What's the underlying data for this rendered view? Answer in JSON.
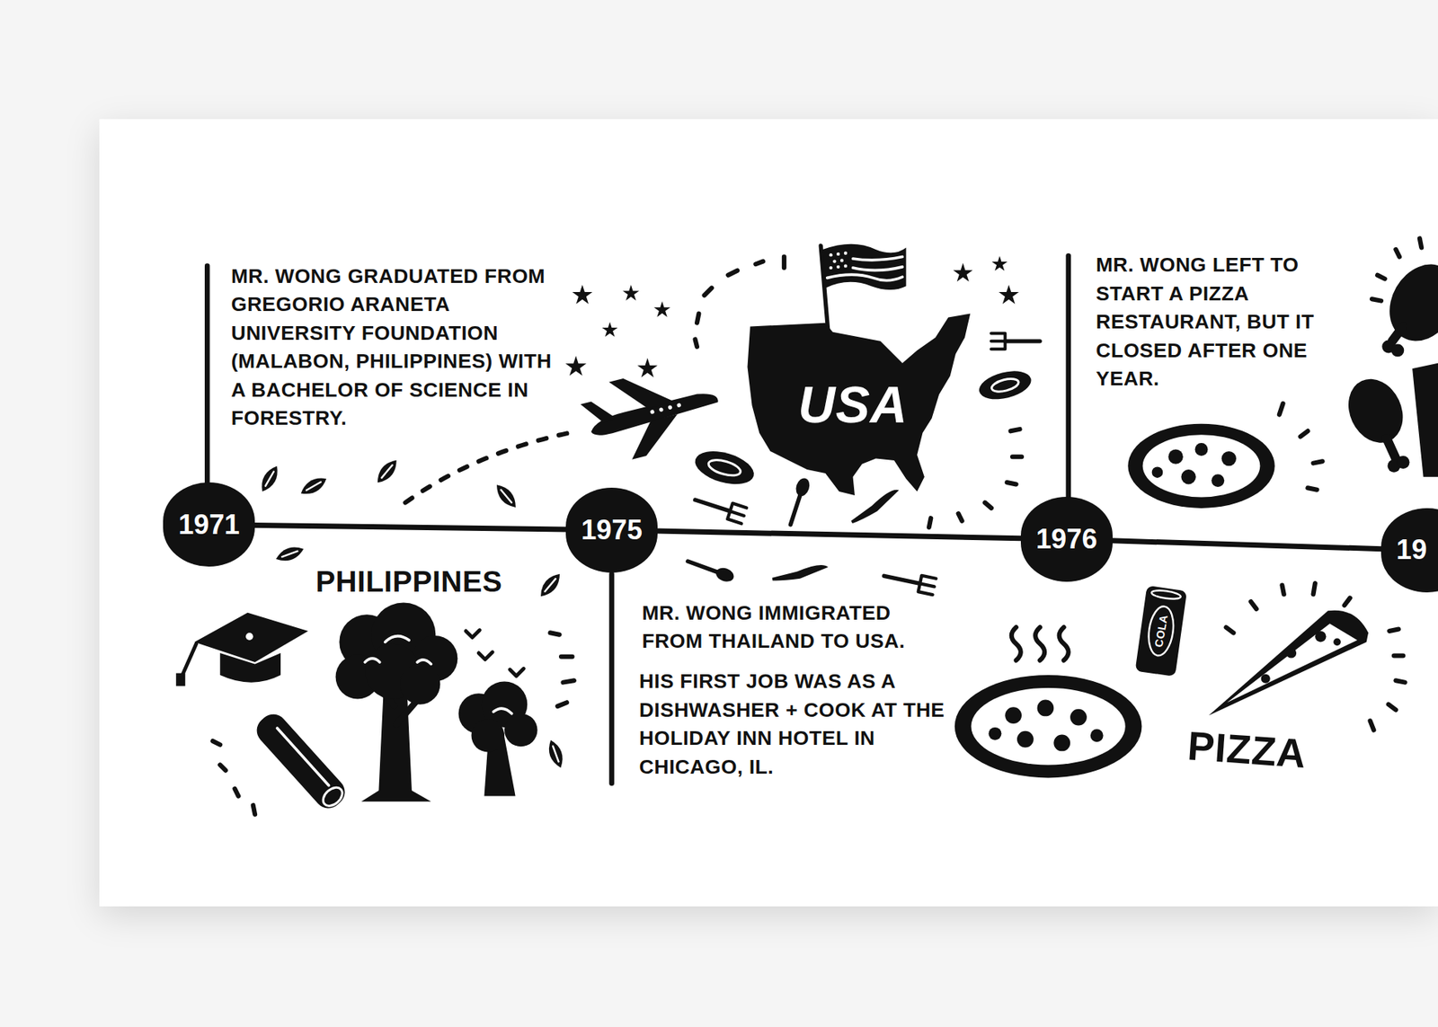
{
  "diagram": {
    "nodes": [
      {
        "text": [
          "1971"
        ]
      },
      {
        "text": [
          "1975"
        ]
      },
      {
        "text": [
          "1976"
        ]
      },
      {
        "text": [
          "19"
        ]
      }
    ],
    "edges": [
      {
        "from": 0,
        "to": 1,
        "arrow": "none"
      },
      {
        "from": 1,
        "to": 2,
        "arrow": "none"
      },
      {
        "from": 2,
        "to": 3,
        "arrow": "none"
      }
    ],
    "labels": [
      "MR. WONG GRADUATED FROM GREGORIO ARANETA UNIVERSITY FOUNDATION (MALABON, PHILIPPINES) WITH A BACHELOR OF SCIENCE IN FORESTRY.",
      "PHILIPPINES",
      "USA",
      "MR. WONG IMMIGRATED FROM THAILAND TO USA.",
      "HIS FIRST JOB WAS AS A DISHWASHER + COOK AT THE HOLIDAY INN HOTEL IN CHICAGO, IL.",
      "MR. WONG LEFT TO START A PIZZA RESTAURANT, BUT IT CLOSED AFTER ONE YEAR.",
      "COLA",
      "PIZZA"
    ]
  }
}
